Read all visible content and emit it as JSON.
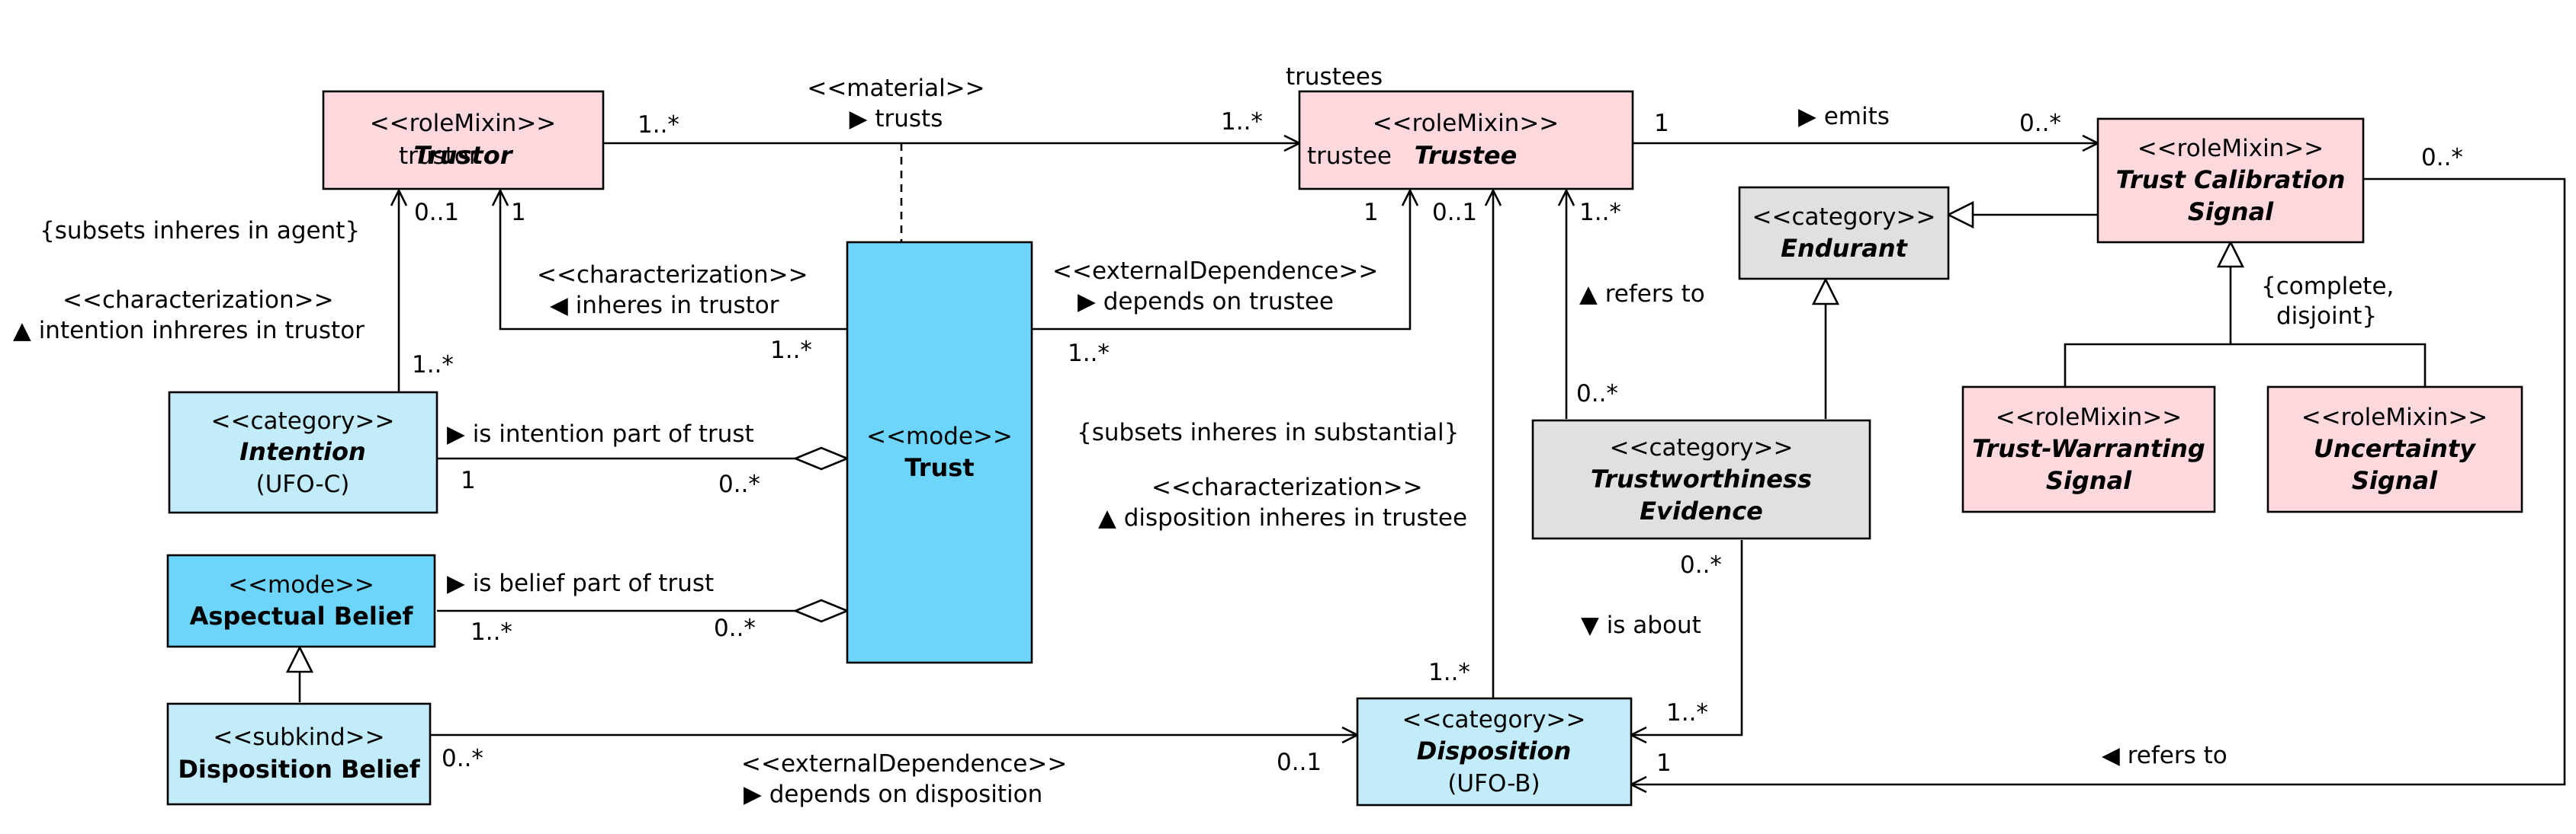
{
  "colors": {
    "role_mixin_fill": "#fdd9dd",
    "category_fill": "#c3ecfb",
    "mode_fill": "#6dd5fa",
    "grey_category_fill": "#e0e0e0",
    "line": "#000000"
  },
  "classes": {
    "trustor": {
      "stereotype": "<<roleMixin>>",
      "name": "Trustor",
      "role_overlay": "trustor"
    },
    "trustee": {
      "stereotype": "<<roleMixin>>",
      "name": "Trustee",
      "role_label": "trustee"
    },
    "trust_calibration_signal": {
      "stereotype": "<<roleMixin>>",
      "name_line1": "Trust Calibration",
      "name_line2": "Signal"
    },
    "endurant": {
      "stereotype": "<<category>>",
      "name": "Endurant"
    },
    "intention": {
      "stereotype": "<<category>>",
      "name": "Intention",
      "note": "(UFO-C)"
    },
    "trust": {
      "stereotype": "<<mode>>",
      "name": "Trust"
    },
    "aspectual_belief": {
      "stereotype": "<<mode>>",
      "name": "Aspectual Belief"
    },
    "disposition_belief": {
      "stereotype": "<<subkind>>",
      "name": "Disposition Belief"
    },
    "disposition": {
      "stereotype": "<<category>>",
      "name": "Disposition",
      "note": "(UFO-B)"
    },
    "trustworthiness_evidence": {
      "stereotype": "<<category>>",
      "name_line1": "Trustworthiness",
      "name_line2": "Evidence"
    },
    "trust_warranting_signal": {
      "stereotype": "<<roleMixin>>",
      "name_line1": "Trust-Warranting",
      "name_line2": "Signal"
    },
    "uncertainty_signal": {
      "stereotype": "<<roleMixin>>",
      "name_line1": "Uncertainty",
      "name_line2": "Signal"
    }
  },
  "associations": {
    "trusts": {
      "stereotype": "<<material>>",
      "label": "▶ trusts",
      "mult_source": "1..*",
      "mult_target": "1..*",
      "role_target": "trustees"
    },
    "emits": {
      "label": "▶ emits",
      "mult_source": "1",
      "mult_target": "0..*"
    },
    "intention_inheres": {
      "constraint": "{subsets inheres in agent}",
      "stereotype": "<<characterization>>",
      "label": "▲ intention inhreres in trustor",
      "mult_top": "0..1",
      "mult_bottom": "1..*"
    },
    "inheres_in_trustor": {
      "stereotype": "<<characterization>>",
      "label": "◀ inheres in trustor",
      "mult_top": "1",
      "mult_bottom": "1..*"
    },
    "depends_on_trustee": {
      "stereotype": "<<externalDependence>>",
      "label": "▶ depends on trustee",
      "mult_top": "1",
      "mult_bottom": "1..*"
    },
    "refers_to_evidence": {
      "label": "▲ refers to",
      "mult_top": "1..*",
      "mult_bottom": "0..*"
    },
    "intention_part": {
      "label": "▶ is intention part of trust",
      "mult_source": "1",
      "mult_target": "0..*"
    },
    "belief_part": {
      "label": "▶ is belief part of trust",
      "mult_source": "1..*",
      "mult_target": "0..*"
    },
    "disposition_inheres": {
      "constraint": "{subsets inheres in substantial}",
      "stereotype": "<<characterization>>",
      "label": "▲ disposition inheres in trustee",
      "mult_top": "0..1",
      "mult_bottom": "1..*"
    },
    "is_about": {
      "label": "▼ is about",
      "mult_top": "0..*",
      "mult_bottom": "1..*"
    },
    "depends_on_disposition": {
      "stereotype": "<<externalDependence>>",
      "label": "▶ depends on disposition",
      "mult_source": "0..*",
      "mult_target": "0..1"
    },
    "refers_to_signal": {
      "label": "◀ refers to",
      "mult_source": "0..*",
      "mult_target": "1"
    },
    "generalization_set": {
      "line1": "{complete,",
      "line2": "disjoint}"
    }
  }
}
